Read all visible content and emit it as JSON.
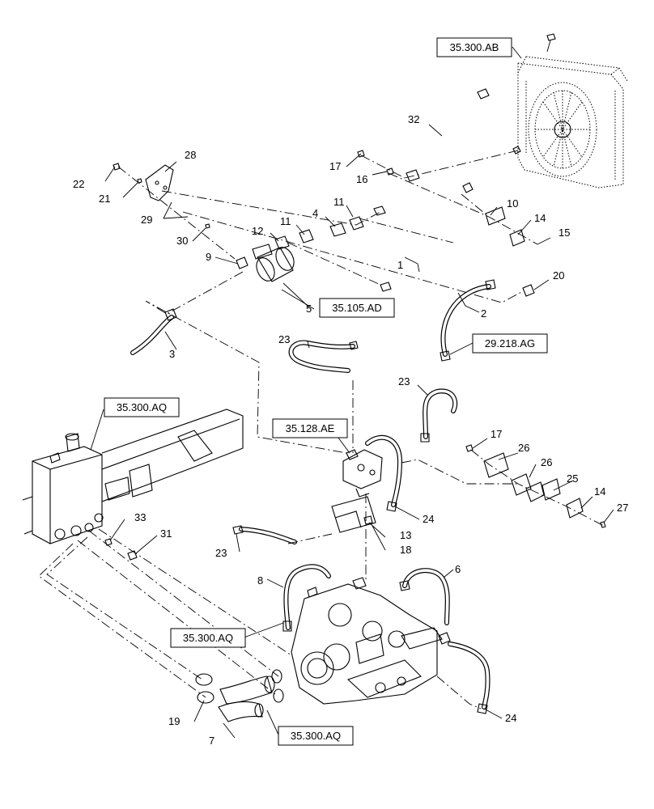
{
  "callouts": [
    {
      "id": "c1",
      "label": "1"
    },
    {
      "id": "c2",
      "label": "2"
    },
    {
      "id": "c3",
      "label": "3"
    },
    {
      "id": "c4",
      "label": "4"
    },
    {
      "id": "c5",
      "label": "5"
    },
    {
      "id": "c6",
      "label": "6"
    },
    {
      "id": "c7",
      "label": "7"
    },
    {
      "id": "c8",
      "label": "8"
    },
    {
      "id": "c9",
      "label": "9"
    },
    {
      "id": "c10",
      "label": "10"
    },
    {
      "id": "c11a",
      "label": "11"
    },
    {
      "id": "c11b",
      "label": "11"
    },
    {
      "id": "c12",
      "label": "12"
    },
    {
      "id": "c13",
      "label": "13"
    },
    {
      "id": "c14a",
      "label": "14"
    },
    {
      "id": "c14b",
      "label": "14"
    },
    {
      "id": "c15",
      "label": "15"
    },
    {
      "id": "c16",
      "label": "16"
    },
    {
      "id": "c17a",
      "label": "17"
    },
    {
      "id": "c17b",
      "label": "17"
    },
    {
      "id": "c18",
      "label": "18"
    },
    {
      "id": "c19",
      "label": "19"
    },
    {
      "id": "c20",
      "label": "20"
    },
    {
      "id": "c21",
      "label": "21"
    },
    {
      "id": "c22",
      "label": "22"
    },
    {
      "id": "c23a",
      "label": "23"
    },
    {
      "id": "c23b",
      "label": "23"
    },
    {
      "id": "c23c",
      "label": "23"
    },
    {
      "id": "c24a",
      "label": "24"
    },
    {
      "id": "c24b",
      "label": "24"
    },
    {
      "id": "c25",
      "label": "25"
    },
    {
      "id": "c26a",
      "label": "26"
    },
    {
      "id": "c26b",
      "label": "26"
    },
    {
      "id": "c27",
      "label": "27"
    },
    {
      "id": "c28",
      "label": "28"
    },
    {
      "id": "c29",
      "label": "29"
    },
    {
      "id": "c30",
      "label": "30"
    },
    {
      "id": "c31",
      "label": "31"
    },
    {
      "id": "c32",
      "label": "32"
    },
    {
      "id": "c33",
      "label": "33"
    }
  ],
  "references": [
    {
      "id": "r1",
      "label": "35.300.AB"
    },
    {
      "id": "r2",
      "label": "35.105.AD"
    },
    {
      "id": "r3",
      "label": "29.218.AG"
    },
    {
      "id": "r4",
      "label": "35.300.AQ"
    },
    {
      "id": "r5",
      "label": "35.128.AE"
    },
    {
      "id": "r6",
      "label": "35.300.AQ"
    },
    {
      "id": "r7",
      "label": "35.300.AQ"
    }
  ]
}
